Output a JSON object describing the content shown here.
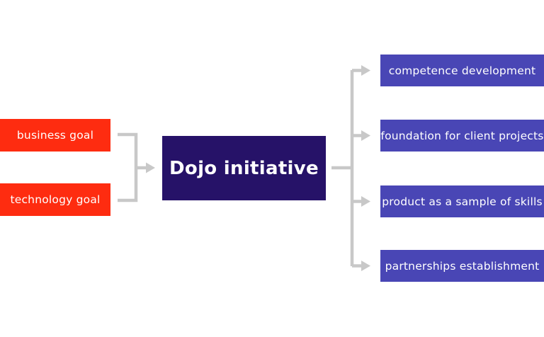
{
  "diagram": {
    "inputs": [
      {
        "label": "business goal"
      },
      {
        "label": "technology goal"
      }
    ],
    "center": {
      "label": "Dojo initiative"
    },
    "outputs": [
      {
        "label": "competence development"
      },
      {
        "label": "foundation for client projects"
      },
      {
        "label": "product as a sample of skills"
      },
      {
        "label": "partnerships establishment"
      }
    ],
    "colors": {
      "input_bg": "#fe2c10",
      "center_bg": "#261268",
      "output_bg": "#4946b5",
      "connector": "#c8c8c8",
      "text": "#ffffff"
    }
  }
}
